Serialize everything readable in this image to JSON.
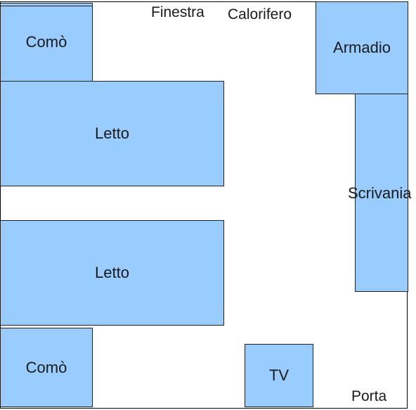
{
  "labels": {
    "finestra": "Finestra",
    "calorifero": "Calorifero",
    "porta": "Porta"
  },
  "furniture": {
    "como_top": "Comò",
    "letto_1": "Letto",
    "letto_2": "Letto",
    "como_bottom": "Comò",
    "armadio": "Armadio",
    "scrivania": "Scrivania",
    "tv": "TV"
  },
  "colors": {
    "furniture_fill": "#99ccff",
    "outline": "#222222"
  }
}
